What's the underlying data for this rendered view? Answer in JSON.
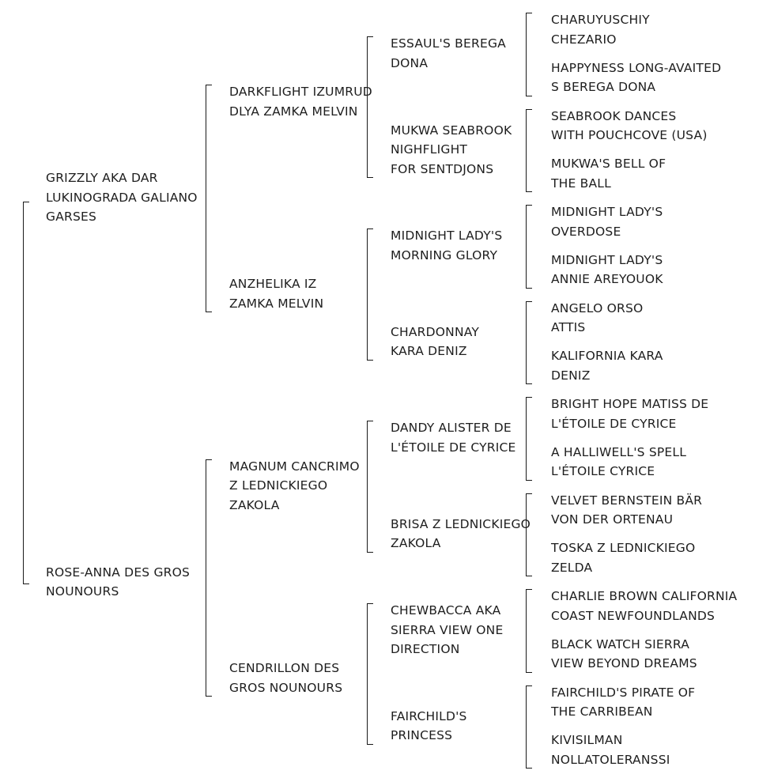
{
  "pedigree": {
    "subject": {
      "name": "",
      "sire": {
        "name": "GRIZZLY AKA DAR\nLUKINOGRADA GALIANO\nGARSES",
        "sire": {
          "name": "DARKFLIGHT IZUMRUD\nDLYA ZAMKA MELVIN",
          "sire": {
            "name": "ESSAUL'S BEREGA\nDONA",
            "sire": {
              "name": "CHARUYUSCHIY\nCHEZARIO"
            },
            "dam": {
              "name": "HAPPYNESS LONG-AVAITED\nS BEREGA DONA"
            }
          },
          "dam": {
            "name": "MUKWA SEABROOK\nNIGHFLIGHT\nFOR SENTDJONS",
            "sire": {
              "name": "SEABROOK DANCES\nWITH POUCHCOVE (USA)"
            },
            "dam": {
              "name": "MUKWA'S BELL OF\nTHE BALL"
            }
          }
        },
        "dam": {
          "name": "ANZHELIKA IZ\nZAMKA MELVIN",
          "sire": {
            "name": "MIDNIGHT LADY'S\nMORNING GLORY",
            "sire": {
              "name": "MIDNIGHT LADY'S\nOVERDOSE"
            },
            "dam": {
              "name": "MIDNIGHT LADY'S\nANNIE AREYOUOK"
            }
          },
          "dam": {
            "name": "CHARDONNAY\nKARA DENIZ",
            "sire": {
              "name": "ANGELO ORSO\nATTIS"
            },
            "dam": {
              "name": "KALIFORNIA KARA\nDENIZ"
            }
          }
        }
      },
      "dam": {
        "name": "ROSE-ANNA DES GROS\nNOUNOURS",
        "sire": {
          "name": "MAGNUM CANCRIMO\nZ LEDNICKIEGO\nZAKOLA",
          "sire": {
            "name": "DANDY ALISTER DE\nL'ÉTOILE DE CYRICE",
            "sire": {
              "name": "BRIGHT HOPE MATISS DE\nL'ÉTOILE DE CYRICE"
            },
            "dam": {
              "name": "A HALLIWELL'S SPELL\nL'ÉTOILE CYRICE"
            }
          },
          "dam": {
            "name": "BRISA Z LEDNICKIEGO\nZAKOLA",
            "sire": {
              "name": "VELVET BERNSTEIN BÄR\nVON DER ORTENAU"
            },
            "dam": {
              "name": "TOSKA Z LEDNICKIEGO\nZELDA"
            }
          }
        },
        "dam": {
          "name": "CENDRILLON DES\nGROS NOUNOURS",
          "sire": {
            "name": "CHEWBACCA AKA\nSIERRA VIEW ONE\nDIRECTION",
            "sire": {
              "name": "CHARLIE BROWN CALIFORNIA\nCOAST NEWFOUNDLANDS"
            },
            "dam": {
              "name": "BLACK WATCH SIERRA\nVIEW BEYOND DREAMS"
            }
          },
          "dam": {
            "name": "FAIRCHILD'S\nPRINCESS",
            "sire": {
              "name": "FAIRCHILD'S PIRATE OF\nTHE CARRIBEAN"
            },
            "dam": {
              "name": "KIVISILMAN\nNOLLATOLERANSSI"
            }
          }
        }
      }
    }
  }
}
